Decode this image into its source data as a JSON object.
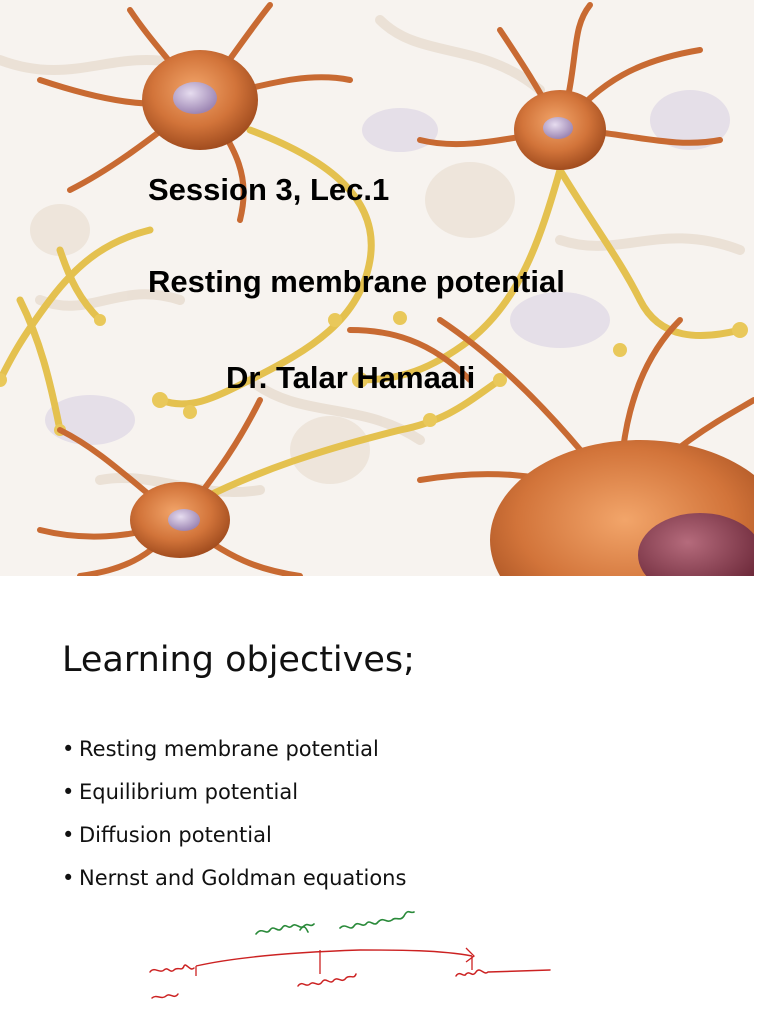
{
  "cover": {
    "session": "Session 3, Lec.1",
    "title": "Resting membrane potential",
    "author": "Dr. Talar Hamaali",
    "background_image": "neuron-illustration",
    "colors": {
      "neuron_body": "#d2743a",
      "nucleus": "#b9a6c8",
      "axon": "#e4c14f",
      "background": "#f7f3ef"
    }
  },
  "objectives": {
    "heading": "Learning objectives;",
    "items": [
      "Resting membrane potential",
      "Equilibrium potential",
      "Diffusion potential",
      "Nernst and Goldman equations"
    ],
    "bullet": "•"
  },
  "handwritten_notes": {
    "color": "#cc2222",
    "accent_color": "#2a8a3a"
  }
}
